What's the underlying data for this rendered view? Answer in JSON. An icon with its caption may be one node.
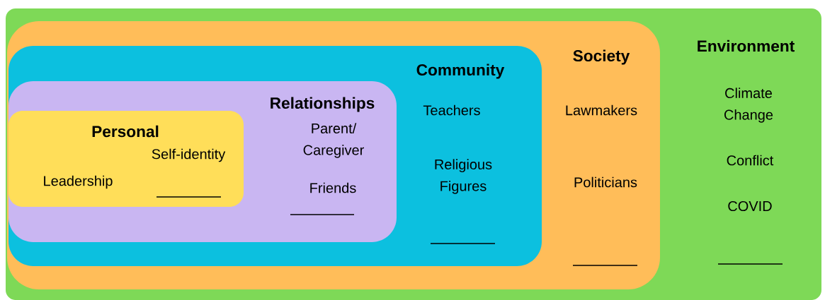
{
  "diagram": {
    "nodes": [
      {
        "text": [
          "Environment",
          "Climate Change",
          "Conflict",
          "COVID"
        ]
      },
      {
        "text": [
          "Society",
          "Lawmakers",
          "Politicians"
        ],
        "in": 0
      },
      {
        "text": [
          "Community",
          "Teachers",
          "Religious Figures"
        ],
        "in": 1
      },
      {
        "text": [
          "Relationships",
          "Parent/ Caregiver",
          "Friends"
        ],
        "in": 2
      },
      {
        "text": [
          "Personal",
          "Self-identity",
          "Leadership"
        ],
        "in": 3
      }
    ]
  }
}
